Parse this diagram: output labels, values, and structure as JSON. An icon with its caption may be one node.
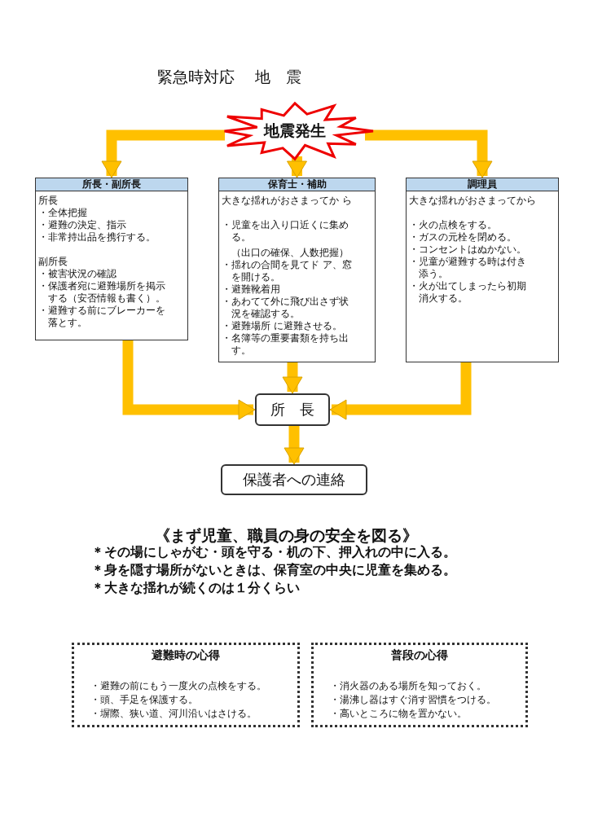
{
  "diagram": {
    "title": "緊急時対応　 地　震",
    "nodes": [
      {
        "text": [
          "地震発生"
        ]
      },
      {
        "text": [
          "所長・副所長",
          "所長",
          "・全体把握",
          "・避難の決定、指示",
          "・非常持出品を携行する。",
          "副所長",
          "・被害状況の確認",
          "・保護者宛に避難場所を掲示する（安否情報も書く）。",
          "・避難する前にブレーカーを落とす。"
        ]
      },
      {
        "text": [
          "保育士・補助",
          "大きな揺れがおさまってか ら",
          "・児童を出入り口近くに集める。",
          "（出口の確保、人数把握）",
          "・揺れの合間を見てド ア、窓を開ける。",
          "・避難靴着用",
          "・あわてて外に飛び出さず状況を確認する。",
          "・避難場所 に避難させる。",
          "・名簿等の重要書類を持ち出す。"
        ]
      },
      {
        "text": [
          "調理員",
          "大きな揺れがおさまってから",
          "・火の点検をする。",
          "・ガスの元栓を閉める。",
          "・コンセントはぬかない。",
          "・児童が避難する時は付き添う。",
          "・火が出てしまったら初期消火する。"
        ]
      },
      {
        "text": [
          "所　長"
        ]
      },
      {
        "text": [
          "保護者への連絡"
        ]
      },
      {
        "text": [
          "避難時の心得",
          "・避難の前にもう一度火の点検をする。",
          "・頭、手足を保護する。",
          "・塀際、狭い道、河川沿いはさける。"
        ]
      },
      {
        "text": [
          "普段の心得",
          "・消火器のある場所を知っておく。",
          "・湯沸し器はすぐ消す習慣をつける。",
          "・高いところに物を置かない。"
        ]
      }
    ],
    "edges": [
      {
        "from": 0,
        "to": 1,
        "arrow": "to"
      },
      {
        "from": 0,
        "to": 2,
        "arrow": "to"
      },
      {
        "from": 0,
        "to": 3,
        "arrow": "to"
      },
      {
        "from": 1,
        "to": 4,
        "arrow": "to"
      },
      {
        "from": 2,
        "to": 4,
        "arrow": "to"
      },
      {
        "from": 3,
        "to": 4,
        "arrow": "to"
      },
      {
        "from": 4,
        "to": 5,
        "arrow": "to"
      }
    ],
    "labels": [
      "《まず児童、職員の身の安全を図る》",
      "＊その場にしゃがむ・頭を守る・机の下、押入れの中に入る。",
      "＊身を隠す場所がないときは、保育室の中央に児童を集める。",
      "＊大きな揺れが続くのは１分くらい"
    ]
  }
}
